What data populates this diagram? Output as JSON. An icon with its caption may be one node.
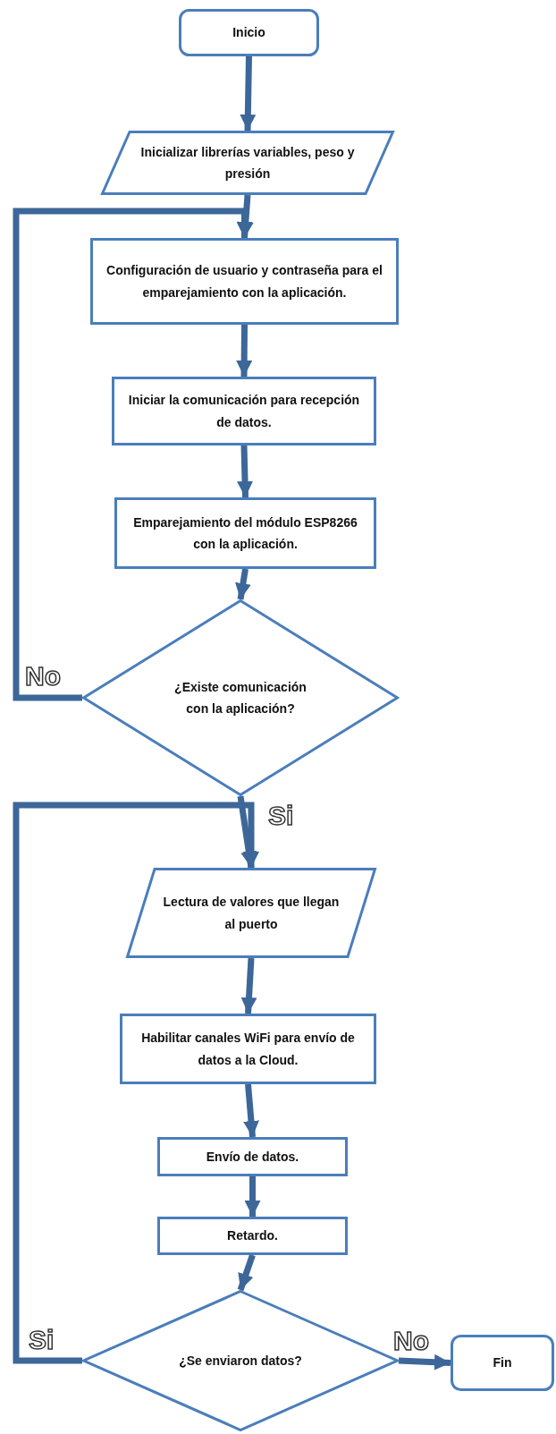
{
  "diagram": {
    "nodes": [
      {
        "text": [
          "Inicio"
        ]
      },
      {
        "text": [
          "Inicializar librerías variables, peso y presión"
        ]
      },
      {
        "text": [
          "Configuración de usuario y contraseña para el emparejamiento con la aplicación."
        ]
      },
      {
        "text": [
          "Iniciar la comunicación para recepción de datos."
        ]
      },
      {
        "text": [
          "Emparejamiento del módulo ESP8266 con la aplicación."
        ]
      },
      {
        "text": [
          "¿Existe comunicación con la aplicación?"
        ]
      },
      {
        "text": [
          "Lectura de valores que llegan al puerto"
        ]
      },
      {
        "text": [
          "Habilitar canales WiFi para envío de datos a la Cloud."
        ]
      },
      {
        "text": [
          "Envío de datos."
        ]
      },
      {
        "text": [
          "Retardo."
        ]
      },
      {
        "text": [
          "¿Se enviaron datos?"
        ]
      },
      {
        "text": [
          "Fin"
        ]
      }
    ],
    "edges": [
      {
        "from": 0,
        "to": 1,
        "arrow": "to"
      },
      {
        "from": 1,
        "to": 2,
        "arrow": "to"
      },
      {
        "from": 2,
        "to": 3,
        "arrow": "to"
      },
      {
        "from": 3,
        "to": 4,
        "arrow": "to"
      },
      {
        "from": 4,
        "to": 5,
        "arrow": "to"
      },
      {
        "from": 5,
        "to": 2,
        "arrow": "to",
        "label": "No"
      },
      {
        "from": 5,
        "to": 6,
        "arrow": "to",
        "label": "Si"
      },
      {
        "from": 6,
        "to": 7,
        "arrow": "to"
      },
      {
        "from": 7,
        "to": 8,
        "arrow": "to"
      },
      {
        "from": 8,
        "to": 9,
        "arrow": "to"
      },
      {
        "from": 9,
        "to": 10,
        "arrow": "to"
      },
      {
        "from": 10,
        "to": 6,
        "arrow": "to",
        "label": "Si"
      },
      {
        "from": 10,
        "to": 11,
        "arrow": "to",
        "label": "No"
      }
    ]
  }
}
